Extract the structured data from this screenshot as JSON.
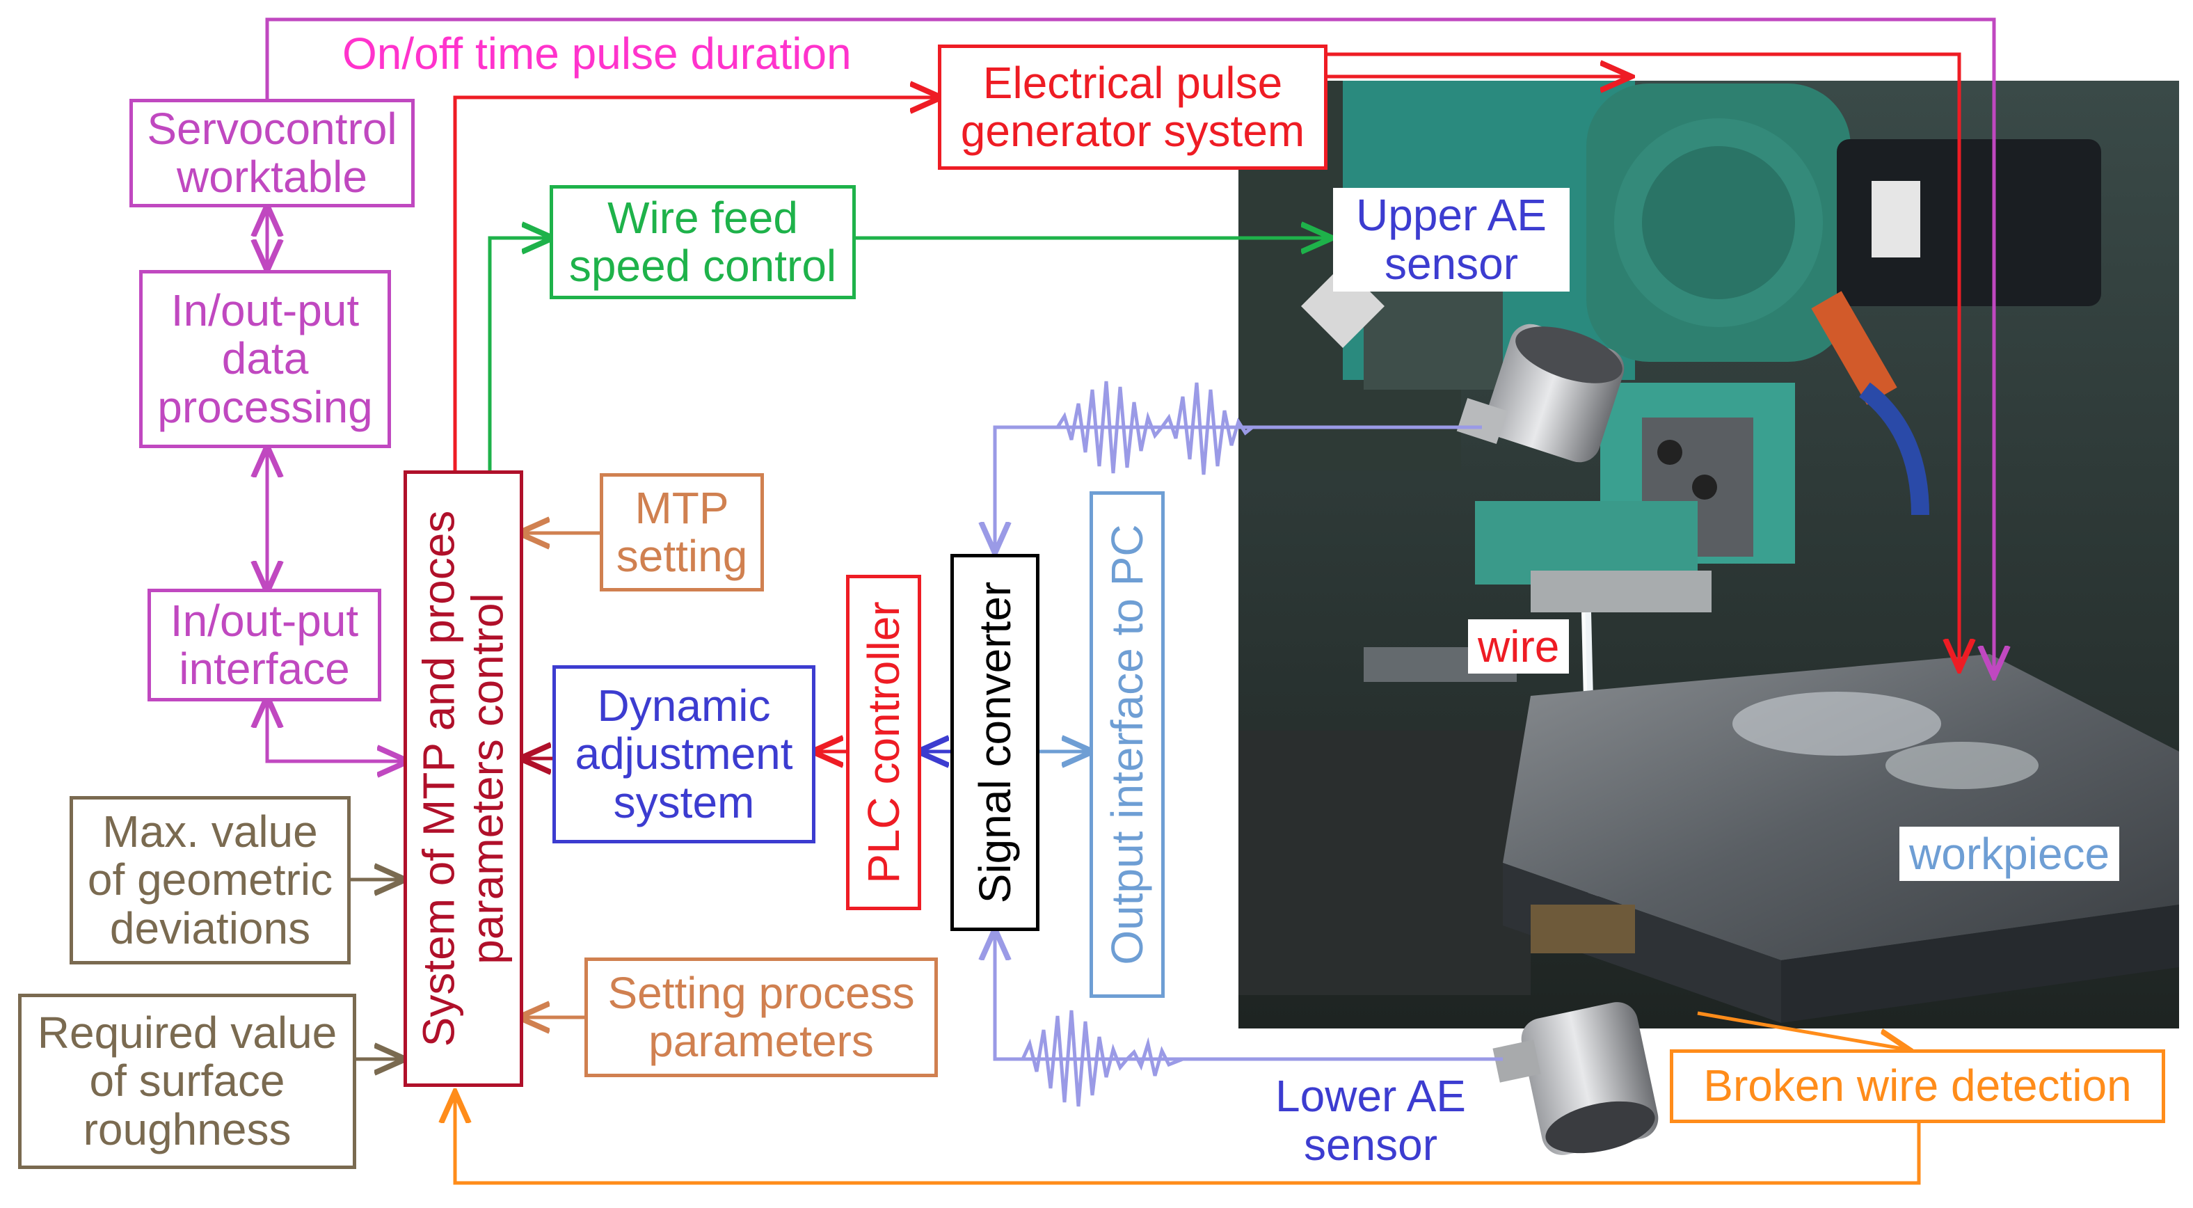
{
  "colors": {
    "magenta": "#c048c0",
    "red": "#ee1c24",
    "green": "#1eb24a",
    "tan": "#d08050",
    "brown": "#7a6a50",
    "darkred": "#b0102a",
    "blue": "#3c3cd0",
    "lightblue": "#6e9ed4",
    "lavender": "#9a9ae6",
    "orange": "#ff8c1a",
    "pink": "#ff33cc",
    "black": "#000000"
  },
  "labels": {
    "on_off_time": "On/off time pulse duration",
    "servocontrol": [
      "Servocontrol",
      "worktable"
    ],
    "io_data_processing": [
      "In/out-put",
      "data",
      "processing"
    ],
    "io_interface": [
      "In/out-put",
      "interface"
    ],
    "electrical_pulse": [
      "Electrical pulse",
      "generator system"
    ],
    "wire_feed": [
      "Wire feed",
      "speed control"
    ],
    "system_mtp": [
      "System of MTP and proces",
      "parameters control"
    ],
    "mtp_setting": [
      "MTP",
      "setting"
    ],
    "max_value": [
      "Max. value",
      "of geometric",
      "deviations"
    ],
    "required_value": [
      "Required value",
      "of surface",
      "roughness"
    ],
    "dynamic_adjustment": [
      "Dynamic",
      "adjustment",
      "system"
    ],
    "plc_controller": "PLC controller",
    "signal_converter": "Signal converter",
    "output_interface": "Output interface to PC",
    "setting_process": [
      "Setting process",
      "parameters"
    ],
    "upper_ae": [
      "Upper AE",
      "sensor"
    ],
    "lower_ae": [
      "Lower AE",
      "sensor"
    ],
    "wire": "wire",
    "workpiece": "workpiece",
    "broken_wire": "Broken wire detection"
  }
}
